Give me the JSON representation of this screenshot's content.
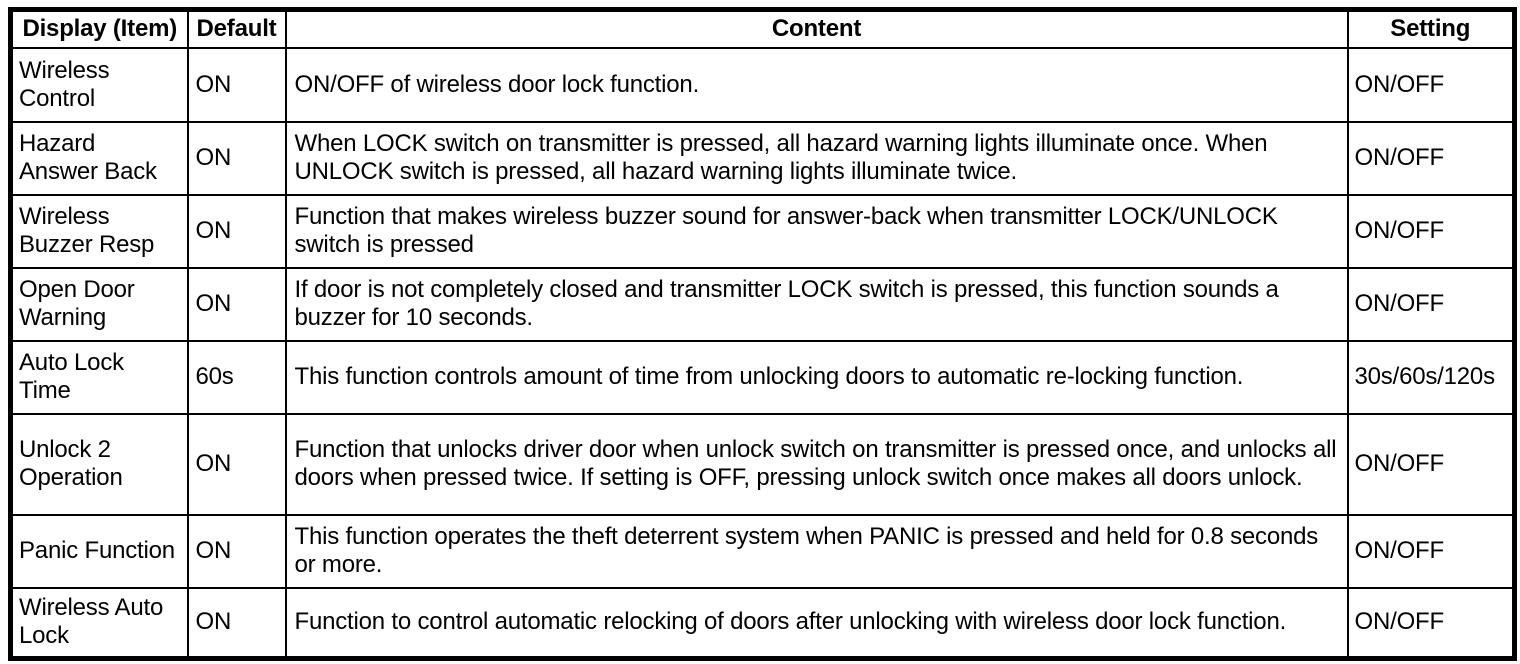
{
  "colors": {
    "border": "#000000",
    "background": "#ffffff",
    "text": "#000000"
  },
  "table": {
    "columns": [
      {
        "label": "Display (Item)"
      },
      {
        "label": "Default"
      },
      {
        "label": "Content"
      },
      {
        "label": "Setting"
      }
    ],
    "rows": [
      {
        "item": "Wireless Control",
        "default": "ON",
        "content": "ON/OFF of wireless door lock function.",
        "setting": "ON/OFF"
      },
      {
        "item": "Hazard Answer Back",
        "default": "ON",
        "content": "When LOCK switch on transmitter is pressed, all hazard warning lights illuminate once. When UNLOCK switch is pressed, all hazard warning lights illuminate twice.",
        "setting": "ON/OFF"
      },
      {
        "item": "Wireless Buzzer Resp",
        "default": "ON",
        "content": "Function that makes wireless buzzer sound for answer-back when transmitter LOCK/UNLOCK switch is pressed",
        "setting": "ON/OFF"
      },
      {
        "item": "Open Door Warning",
        "default": "ON",
        "content": "If door is not completely closed and transmitter LOCK switch is pressed, this function sounds a buzzer for 10 seconds.",
        "setting": "ON/OFF"
      },
      {
        "item": "Auto Lock Time",
        "default": "60s",
        "content": "This function controls amount of time from unlocking doors to automatic re-locking function.",
        "setting": "30s/60s/120s"
      },
      {
        "item": "Unlock 2 Operation",
        "default": "ON",
        "content": "Function that unlocks driver door when unlock switch on transmitter is pressed once, and unlocks all doors when pressed twice. If setting is OFF, pressing unlock switch once makes all doors unlock.",
        "setting": "ON/OFF"
      },
      {
        "item": "Panic Function",
        "default": "ON",
        "content": "This function operates the theft deterrent system when PANIC is pressed and held for 0.8 seconds or more.",
        "setting": "ON/OFF"
      },
      {
        "item": "Wireless Auto Lock",
        "default": "ON",
        "content": "Function to control automatic relocking of doors after unlocking with wireless door lock function.",
        "setting": "ON/OFF"
      }
    ]
  }
}
